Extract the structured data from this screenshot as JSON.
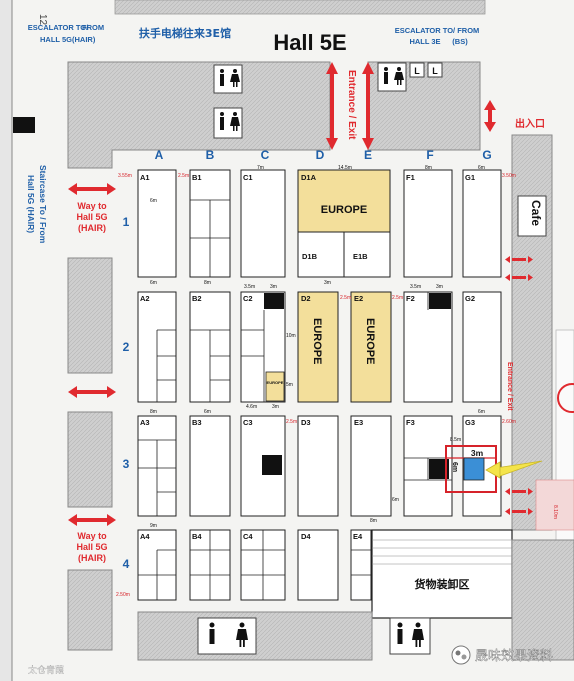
{
  "hall_title": "Hall 5E",
  "corner_number": "12",
  "escalator_5g": {
    "line1": "ESCALATOR TO/",
    "line2": "FROM",
    "line3": "HALL 5G",
    "line4": "(HAIR)"
  },
  "escalator_3e": {
    "line1": "ESCALATOR TO/ FROM",
    "line2": "HALL 3E",
    "line3": "(BS)"
  },
  "chinese_escalator": "扶手电梯往来3E馆",
  "entrance_exit": "Entrance / Exit",
  "entrance_exit_right": "Entrance / Exit",
  "chukou": "出入口",
  "staircase": {
    "line1": "Staircase To / From",
    "line2": "Hall 5G (HAIR)"
  },
  "way_to_5g_top": {
    "line1": "Way to",
    "line2": "Hall 5G",
    "line3": "(HAIR)"
  },
  "way_to_5g_bottom": {
    "line1": "Way to",
    "line2": "Hall 5G",
    "line3": "(HAIR)"
  },
  "cafe": "Cafe",
  "cargo_area": "货物装卸区",
  "watermark": "晟味效果资料",
  "watermark_left": "太仓青葭",
  "toilet_letter": "L",
  "columns": [
    "A",
    "B",
    "C",
    "D",
    "E",
    "F",
    "G"
  ],
  "rows": [
    "1",
    "2",
    "3",
    "4"
  ],
  "booths": {
    "A1": "A1",
    "B1": "B1",
    "C1": "C1",
    "D1A": "D1A",
    "D1B": "D1B",
    "E1B": "E1B",
    "F1": "F1",
    "G1": "G1",
    "A2": "A2",
    "B2": "B2",
    "C2": "C2",
    "D2": "D2",
    "E2": "E2",
    "F2": "F2",
    "G2": "G2",
    "A3": "A3",
    "B3": "B3",
    "C3": "C3",
    "D3": "D3",
    "E3": "E3",
    "F3": "F3",
    "G3": "G3",
    "A4": "A4",
    "B4": "B4",
    "C4": "C4",
    "D4": "D4",
    "E4": "E4"
  },
  "europe_labels": {
    "d1a": "EUROPE",
    "d2": "EUROPE",
    "e2": "EUROPE",
    "c2_small": "EUROPE"
  },
  "dimensions": {
    "m6": "6m",
    "m7": "7m",
    "m8": "8m",
    "m9": "9m",
    "m3": "3m",
    "m5": "5m",
    "m10": "10m",
    "m145": "14.5m",
    "m35": "3.5m",
    "m25": "2.5m",
    "m85": "8.5m",
    "m355": "3.55m",
    "m350": "3.50m",
    "m250": "2.50m",
    "m46": "4.6m",
    "m260": "2.60m",
    "m810": "8.10m"
  },
  "highlight": {
    "width_label": "3m",
    "depth_label": "6m"
  },
  "colors": {
    "europe_fill": "#f3df9b",
    "booth_fill": "#ffffff",
    "grey_block": "#c9c9c9",
    "label_blue": "#1f5fa8",
    "arrow_red": "#e02a2f",
    "highlight_blue": "#3b8fd6",
    "pointer_yellow": "#f4e44a",
    "highlight_red": "#d6232a"
  }
}
